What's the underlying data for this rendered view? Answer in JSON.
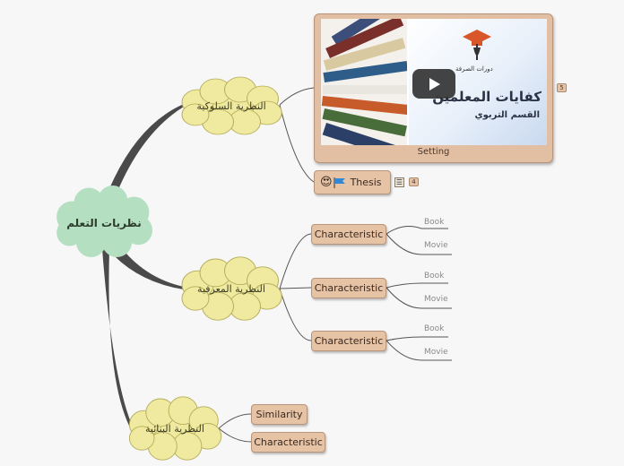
{
  "root": {
    "label": "نظريات التعلم"
  },
  "branches": [
    {
      "label": "النظرية السلوكية"
    },
    {
      "label": "النظرية المعرفية"
    },
    {
      "label": "النظرية البنائية"
    }
  ],
  "media": {
    "caption": "Setting",
    "cover_title": "كفايات المعلمين",
    "cover_subtitle": "القسم التربوي",
    "cover_brand": "دورات الصرفة",
    "badge": "5"
  },
  "thesis": {
    "label": "Thesis",
    "emoji": "😍",
    "badge": "4"
  },
  "characteristics": [
    {
      "label": "Characteristic",
      "children": [
        "Book",
        "Movie"
      ]
    },
    {
      "label": "Characteristic",
      "children": [
        "Book",
        "Movie"
      ]
    },
    {
      "label": "Characteristic",
      "children": [
        "Book",
        "Movie"
      ]
    }
  ],
  "constructivist": [
    {
      "label": "Similarity"
    },
    {
      "label": "Characteristic"
    }
  ],
  "colors": {
    "node_fill": "#e7c3a6",
    "cloud_fill": "#efeaa0",
    "root_fill": "#b4dfc0",
    "connector": "#444444"
  }
}
